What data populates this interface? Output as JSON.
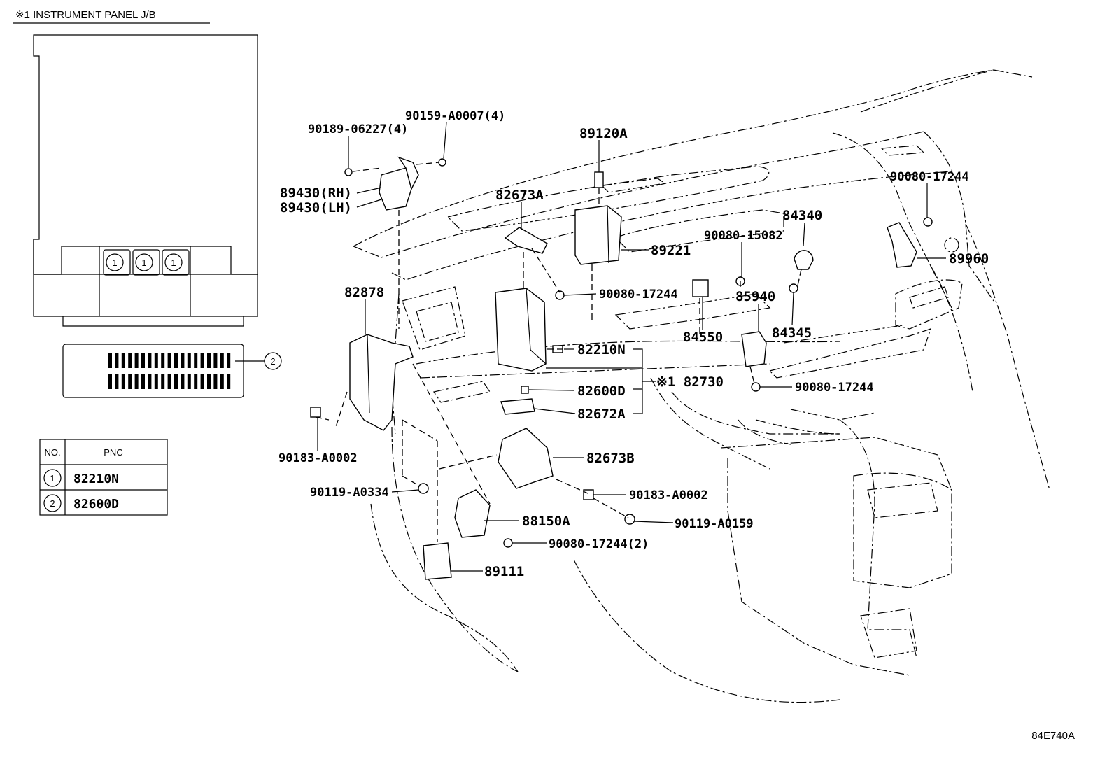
{
  "header": {
    "title": "※1 INSTRUMENT PANEL J/B"
  },
  "callouts": {
    "c1": "1",
    "c2": "2"
  },
  "table": {
    "col_no": "NO.",
    "col_pnc": "PNC",
    "rows": [
      {
        "no": "1",
        "pnc": "82210N"
      },
      {
        "no": "2",
        "pnc": "82600D"
      }
    ]
  },
  "parts": {
    "p90189": "90189-06227(4)",
    "p90159": "90159-A0007(4)",
    "p89430rh": "89430(RH)",
    "p89430lh": "89430(LH)",
    "p89120a": "89120A",
    "p82673a": "82673A",
    "p90080_17244_r": "90080-17244",
    "p84340": "84340",
    "p90080_15082": "90080-15082",
    "p89221": "89221",
    "p89960": "89960",
    "p82878": "82878",
    "p90080_17244_c": "90080-17244",
    "p85940": "85940",
    "p84550": "84550",
    "p84345": "84345",
    "p82210n": "82210N",
    "p82730": "※1 82730",
    "p90080_17244_b": "90080-17244",
    "p82600d": "82600D",
    "p82672a": "82672A",
    "p90183_a0002_l": "90183-A0002",
    "p82673b": "82673B",
    "p90119_a0334": "90119-A0334",
    "p90183_a0002_r": "90183-A0002",
    "p88150a": "88150A",
    "p90119_a0159": "90119-A0159",
    "p90080_17244_2": "90080-17244(2)",
    "p89111": "89111"
  },
  "figure_id": "84E740A"
}
